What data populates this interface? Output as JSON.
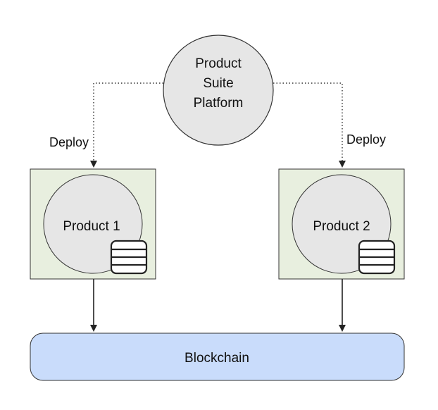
{
  "diagram": {
    "platform": {
      "line1": "Product",
      "line2": "Suite",
      "line3": "Platform"
    },
    "edges": {
      "deploy_left": "Deploy",
      "deploy_right": "Deploy"
    },
    "products": [
      {
        "label": "Product 1"
      },
      {
        "label": "Product 2"
      }
    ],
    "blockchain": {
      "label": "Blockchain"
    },
    "icons": {
      "database": "database-icon"
    },
    "colors": {
      "platform_fill": "#e6e6e6",
      "container_fill": "#e8efdf",
      "product_fill": "#e6e6e6",
      "blockchain_fill": "#c9dcfb",
      "stroke": "#333333"
    }
  }
}
